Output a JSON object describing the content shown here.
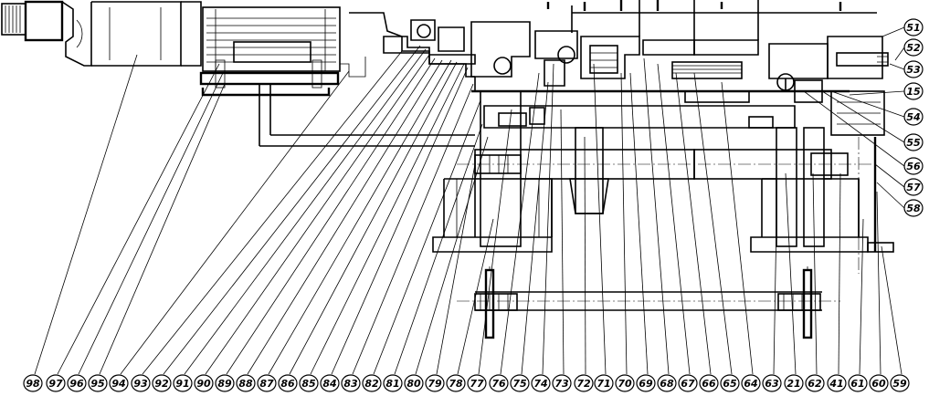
{
  "callouts": {
    "bottom": [
      "98",
      "97",
      "96",
      "95",
      "94",
      "93",
      "92",
      "91",
      "90",
      "89",
      "88",
      "87",
      "86",
      "85",
      "84",
      "83",
      "82",
      "81",
      "80",
      "79",
      "78",
      "77",
      "76",
      "75",
      "74",
      "73",
      "72",
      "71",
      "70",
      "69",
      "68",
      "67",
      "66",
      "65",
      "64",
      "63",
      "21",
      "62",
      "41",
      "61",
      "60",
      "59"
    ],
    "right": [
      "51",
      "52",
      "53",
      "15",
      "54",
      "55",
      "56",
      "57",
      "58"
    ]
  }
}
